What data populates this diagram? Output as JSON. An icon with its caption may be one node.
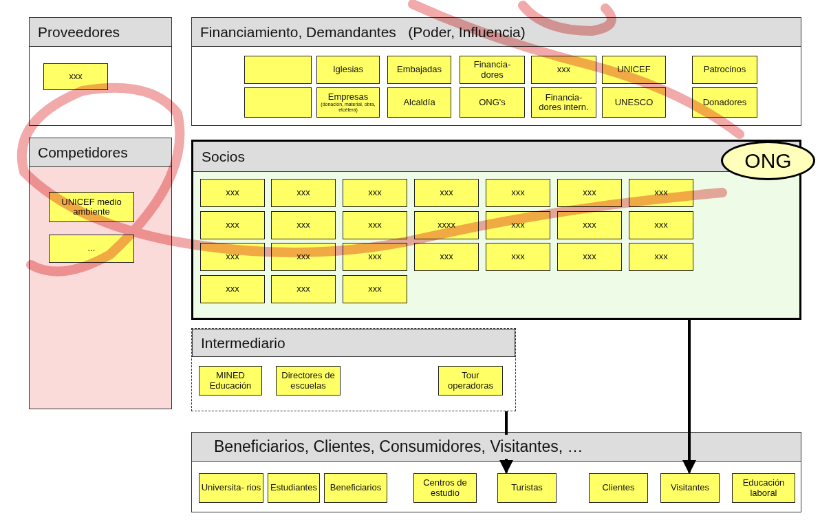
{
  "diagram": {
    "nodes": [
      {
        "text": [
          "Proveedores"
        ]
      },
      {
        "text": [
          "xxx"
        ],
        "in": 0
      },
      {
        "text": [
          "Financiamiento, Demandantes   (Poder, Influencia)"
        ]
      },
      {
        "text": [],
        "shape": "box",
        "in": 2
      },
      {
        "text": [
          "Iglesias"
        ],
        "in": 2
      },
      {
        "text": [
          "Embajadas"
        ],
        "in": 2
      },
      {
        "text": [
          "Financia- dores"
        ],
        "in": 2
      },
      {
        "text": [
          "xxx"
        ],
        "in": 2
      },
      {
        "text": [
          "UNICEF"
        ],
        "in": 2
      },
      {
        "text": [
          "Patrocinos"
        ],
        "in": 2
      },
      {
        "text": [],
        "shape": "box",
        "in": 2
      },
      {
        "text": [
          "Empresas",
          "(donación, material, obra, etcétera)"
        ],
        "in": 2
      },
      {
        "text": [
          "Alcaldía"
        ],
        "in": 2
      },
      {
        "text": [
          "ONG's"
        ],
        "in": 2
      },
      {
        "text": [
          "Financia- dores intern."
        ],
        "in": 2
      },
      {
        "text": [
          "UNESCO"
        ],
        "in": 2
      },
      {
        "text": [
          "Donadores"
        ],
        "in": 2
      },
      {
        "text": [
          "Competidores"
        ]
      },
      {
        "text": [
          "UNICEF medio ambiente"
        ],
        "in": 17
      },
      {
        "text": [
          "..."
        ],
        "in": 17
      },
      {
        "text": [
          "Socios"
        ]
      },
      {
        "text": [
          "ONG"
        ]
      },
      {
        "text": [
          "xxx"
        ],
        "in": 20
      },
      {
        "text": [
          "xxx"
        ],
        "in": 20
      },
      {
        "text": [
          "xxx"
        ],
        "in": 20
      },
      {
        "text": [
          "xxx"
        ],
        "in": 20
      },
      {
        "text": [
          "xxx"
        ],
        "in": 20
      },
      {
        "text": [
          "xxx"
        ],
        "in": 20
      },
      {
        "text": [
          "xxx"
        ],
        "in": 20
      },
      {
        "text": [
          "xxx"
        ],
        "in": 20
      },
      {
        "text": [
          "xxx"
        ],
        "in": 20
      },
      {
        "text": [
          "xxx"
        ],
        "in": 20
      },
      {
        "text": [
          "xxxx"
        ],
        "in": 20
      },
      {
        "text": [
          "xxx"
        ],
        "in": 20
      },
      {
        "text": [
          "xxx"
        ],
        "in": 20
      },
      {
        "text": [
          "xxx"
        ],
        "in": 20
      },
      {
        "text": [
          "xxx"
        ],
        "in": 20
      },
      {
        "text": [
          "xxx"
        ],
        "in": 20
      },
      {
        "text": [
          "xxx"
        ],
        "in": 20
      },
      {
        "text": [
          "xxx"
        ],
        "in": 20
      },
      {
        "text": [
          "xxx"
        ],
        "in": 20
      },
      {
        "text": [
          "xxx"
        ],
        "in": 20
      },
      {
        "text": [
          "xxx"
        ],
        "in": 20
      },
      {
        "text": [
          "xxx"
        ],
        "in": 20
      },
      {
        "text": [
          "xxx"
        ],
        "in": 20
      },
      {
        "text": [
          "xxx"
        ],
        "in": 20
      },
      {
        "text": [
          "Intermediario"
        ]
      },
      {
        "text": [
          "MINED Educación"
        ],
        "in": 46
      },
      {
        "text": [
          "Directores de escuelas"
        ],
        "in": 46
      },
      {
        "text": [
          "Tour operadoras"
        ],
        "in": 46
      },
      {
        "text": [
          "Beneficiarios, Clientes, Consumidores, Visitantes, …"
        ]
      },
      {
        "text": [
          "Universita- rios"
        ],
        "in": 50
      },
      {
        "text": [
          "Estudiantes"
        ],
        "in": 50
      },
      {
        "text": [
          "Beneficiarios"
        ],
        "in": 50
      },
      {
        "text": [
          "Centros de estudio"
        ],
        "in": 50
      },
      {
        "text": [
          "Turistas"
        ],
        "in": 50
      },
      {
        "text": [
          "Clientes"
        ],
        "in": 50
      },
      {
        "text": [
          "Visitantes"
        ],
        "in": 50
      },
      {
        "text": [
          "Educación laboral"
        ],
        "in": 50
      }
    ],
    "edges": [
      {
        "from": 46,
        "to": 55,
        "arrow": "to"
      },
      {
        "from": 20,
        "to": 57,
        "arrow": "to"
      }
    ]
  }
}
